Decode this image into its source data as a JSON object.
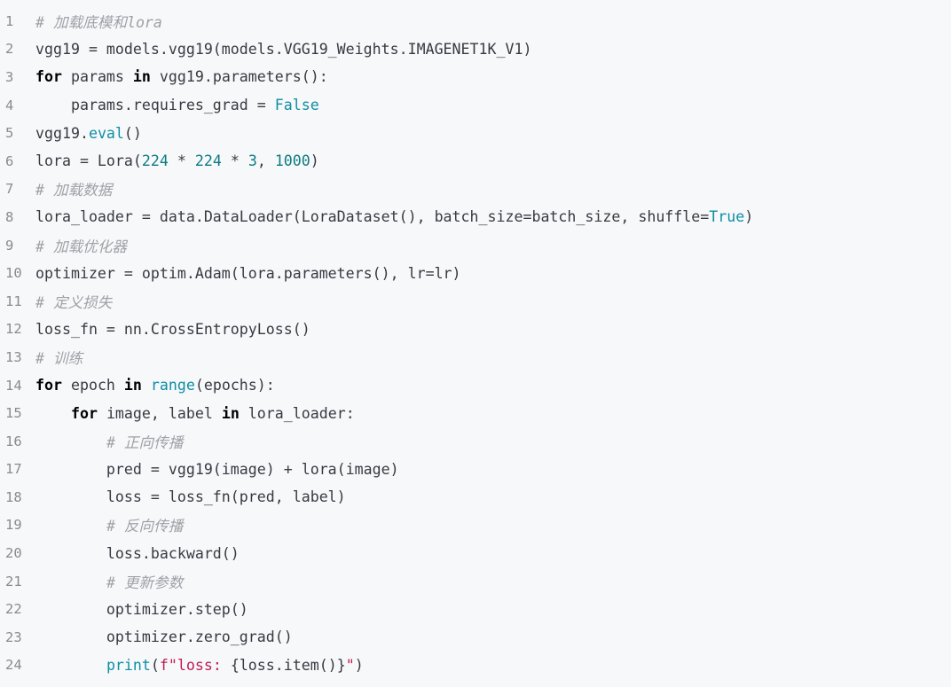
{
  "code": {
    "language": "python",
    "colors": {
      "background": "#f6f8fa",
      "line_number": "#8b8b8b",
      "plain": "#383a42",
      "comment": "#a0a1a7",
      "keyword": "#000000",
      "builtin": "#0e8ea5",
      "number": "#0b7b80",
      "string": "#c11c4f"
    },
    "lines": [
      {
        "number": "1",
        "tokens": [
          {
            "t": "comment",
            "v": "# 加载底模和lora"
          }
        ]
      },
      {
        "number": "2",
        "tokens": [
          {
            "t": "plain",
            "v": "vgg19 = models.vgg19(models.VGG19_Weights.IMAGENET1K_V1)"
          }
        ]
      },
      {
        "number": "3",
        "tokens": [
          {
            "t": "keyword",
            "v": "for"
          },
          {
            "t": "plain",
            "v": " params "
          },
          {
            "t": "keyword",
            "v": "in"
          },
          {
            "t": "plain",
            "v": " vgg19.parameters():"
          }
        ]
      },
      {
        "number": "4",
        "tokens": [
          {
            "t": "plain",
            "v": "    params.requires_grad = "
          },
          {
            "t": "builtin",
            "v": "False"
          }
        ]
      },
      {
        "number": "5",
        "tokens": [
          {
            "t": "plain",
            "v": "vgg19."
          },
          {
            "t": "builtin",
            "v": "eval"
          },
          {
            "t": "plain",
            "v": "()"
          }
        ]
      },
      {
        "number": "6",
        "tokens": [
          {
            "t": "plain",
            "v": "lora = Lora("
          },
          {
            "t": "number",
            "v": "224"
          },
          {
            "t": "plain",
            "v": " * "
          },
          {
            "t": "number",
            "v": "224"
          },
          {
            "t": "plain",
            "v": " * "
          },
          {
            "t": "number",
            "v": "3"
          },
          {
            "t": "plain",
            "v": ", "
          },
          {
            "t": "number",
            "v": "1000"
          },
          {
            "t": "plain",
            "v": ")"
          }
        ]
      },
      {
        "number": "7",
        "tokens": [
          {
            "t": "comment",
            "v": "# 加载数据"
          }
        ]
      },
      {
        "number": "8",
        "tokens": [
          {
            "t": "plain",
            "v": "lora_loader = data.DataLoader(LoraDataset(), batch_size=batch_size, shuffle="
          },
          {
            "t": "builtin",
            "v": "True"
          },
          {
            "t": "plain",
            "v": ")"
          }
        ]
      },
      {
        "number": "9",
        "tokens": [
          {
            "t": "comment",
            "v": "# 加载优化器"
          }
        ]
      },
      {
        "number": "10",
        "tokens": [
          {
            "t": "plain",
            "v": "optimizer = optim.Adam(lora.parameters(), lr=lr)"
          }
        ]
      },
      {
        "number": "11",
        "tokens": [
          {
            "t": "comment",
            "v": "# 定义损失"
          }
        ]
      },
      {
        "number": "12",
        "tokens": [
          {
            "t": "plain",
            "v": "loss_fn = nn.CrossEntropyLoss()"
          }
        ]
      },
      {
        "number": "13",
        "tokens": [
          {
            "t": "comment",
            "v": "# 训练"
          }
        ]
      },
      {
        "number": "14",
        "tokens": [
          {
            "t": "keyword",
            "v": "for"
          },
          {
            "t": "plain",
            "v": " epoch "
          },
          {
            "t": "keyword",
            "v": "in"
          },
          {
            "t": "plain",
            "v": " "
          },
          {
            "t": "builtin",
            "v": "range"
          },
          {
            "t": "plain",
            "v": "(epochs):"
          }
        ]
      },
      {
        "number": "15",
        "tokens": [
          {
            "t": "plain",
            "v": "    "
          },
          {
            "t": "keyword",
            "v": "for"
          },
          {
            "t": "plain",
            "v": " image, label "
          },
          {
            "t": "keyword",
            "v": "in"
          },
          {
            "t": "plain",
            "v": " lora_loader:"
          }
        ]
      },
      {
        "number": "16",
        "tokens": [
          {
            "t": "plain",
            "v": "        "
          },
          {
            "t": "comment",
            "v": "# 正向传播"
          }
        ]
      },
      {
        "number": "17",
        "tokens": [
          {
            "t": "plain",
            "v": "        pred = vgg19(image) + lora(image)"
          }
        ]
      },
      {
        "number": "18",
        "tokens": [
          {
            "t": "plain",
            "v": "        loss = loss_fn(pred, label)"
          }
        ]
      },
      {
        "number": "19",
        "tokens": [
          {
            "t": "plain",
            "v": "        "
          },
          {
            "t": "comment",
            "v": "# 反向传播"
          }
        ]
      },
      {
        "number": "20",
        "tokens": [
          {
            "t": "plain",
            "v": "        loss.backward()"
          }
        ]
      },
      {
        "number": "21",
        "tokens": [
          {
            "t": "plain",
            "v": "        "
          },
          {
            "t": "comment",
            "v": "# 更新参数"
          }
        ]
      },
      {
        "number": "22",
        "tokens": [
          {
            "t": "plain",
            "v": "        optimizer.step()"
          }
        ]
      },
      {
        "number": "23",
        "tokens": [
          {
            "t": "plain",
            "v": "        optimizer.zero_grad()"
          }
        ]
      },
      {
        "number": "24",
        "tokens": [
          {
            "t": "plain",
            "v": "        "
          },
          {
            "t": "builtin",
            "v": "print"
          },
          {
            "t": "plain",
            "v": "("
          },
          {
            "t": "string",
            "v": "f\"loss: "
          },
          {
            "t": "plain",
            "v": "{loss.item()}"
          },
          {
            "t": "string",
            "v": "\""
          },
          {
            "t": "plain",
            "v": ")"
          }
        ]
      }
    ]
  }
}
